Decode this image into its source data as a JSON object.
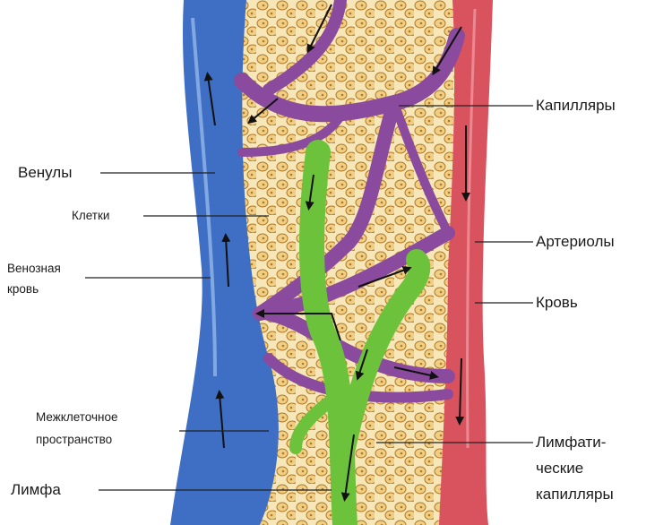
{
  "title": "Capillary, venule, arteriole and lymphatic capillary diagram",
  "labels": {
    "capillaries": "Капилляры",
    "venules": "Венулы",
    "cells": "Клетки",
    "arterioles": "Артериолы",
    "venous_blood_1": "Венозная",
    "venous_blood_2": "кровь",
    "blood": "Кровь",
    "interstitial_1": "Межклеточное",
    "interstitial_2": "пространство",
    "lymph_cap_1": "Лимфати-",
    "lymph_cap_2": "ческие",
    "lymph_cap_3": "капилляры",
    "lymph": "Лимфа"
  },
  "colors": {
    "vein": "#3f6fc4",
    "artery": "#d9535f",
    "capillary": "#8a4a9e",
    "lymph": "#6cc23a",
    "cells": "#f2d9a0",
    "cell_outline": "#b07a2a"
  }
}
